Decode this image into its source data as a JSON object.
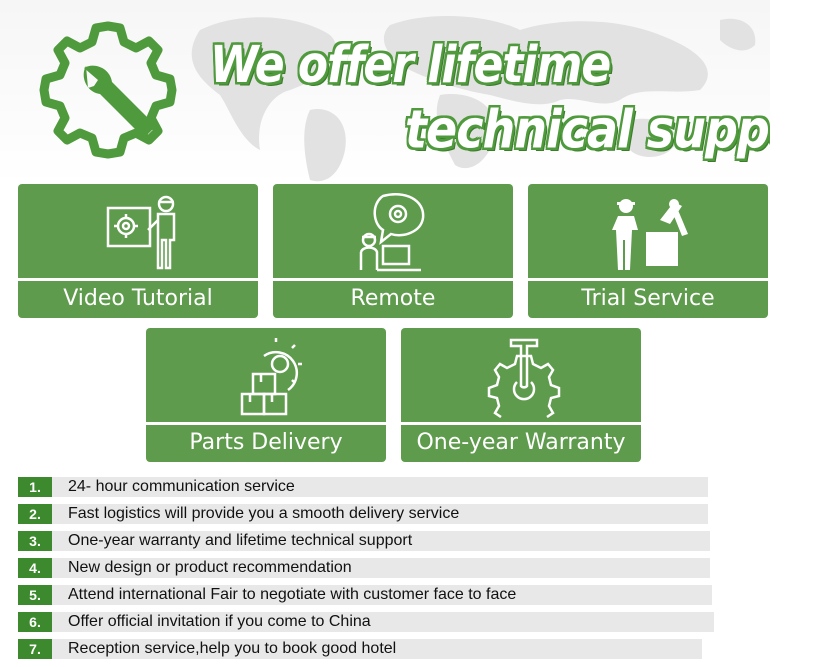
{
  "headline": {
    "line1": "We offer lifetime",
    "line2": "technical support"
  },
  "services": [
    {
      "label": "Video Tutorial",
      "icon": "video-tutorial-icon"
    },
    {
      "label": "Remote",
      "icon": "remote-support-icon"
    },
    {
      "label": "Trial Service",
      "icon": "trial-service-icon"
    },
    {
      "label": "Parts Delivery",
      "icon": "parts-delivery-icon"
    },
    {
      "label": "One-year Warranty",
      "icon": "warranty-icon"
    }
  ],
  "benefits": [
    {
      "num": "1.",
      "text": "24- hour communication service"
    },
    {
      "num": "2.",
      "text": "Fast logistics will provide you a smooth delivery service"
    },
    {
      "num": "3.",
      "text": "One-year warranty and lifetime technical support"
    },
    {
      "num": "4.",
      "text": "New design or product recommendation"
    },
    {
      "num": "5.",
      "text": "Attend international Fair to negotiate with customer face to face"
    },
    {
      "num": "6.",
      "text": "Offer official invitation if you come to China"
    },
    {
      "num": "7.",
      "text": "Reception service,help you to book good hotel"
    }
  ],
  "colors": {
    "brand_green": "#5e9b4c",
    "number_green": "#3d8a2e",
    "row_gray": "#e8e8e8"
  }
}
